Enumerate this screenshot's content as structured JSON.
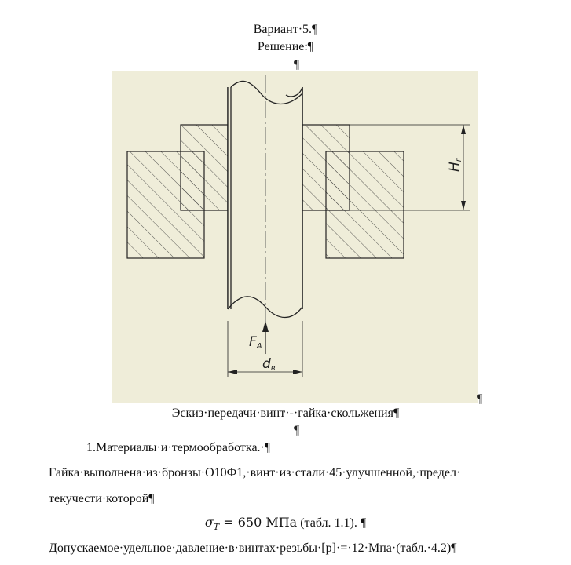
{
  "header": {
    "variant": "Вариант·5.¶",
    "solution": "Решение:¶",
    "blank_para_1": "¶"
  },
  "figure": {
    "label_height": "H",
    "label_height_sub": "г",
    "label_force": "F",
    "label_force_sub": "A",
    "label_diameter": "d",
    "label_diameter_sub": "в",
    "after_mark": "¶",
    "colors": {
      "background": "#efedd9",
      "stroke": "#222222"
    }
  },
  "caption": "Эскиз·передачи·винт·-·гайка·скольжения¶",
  "blank_para_2": "¶",
  "section1": {
    "heading": "1.Материалы·и·термообработка.·¶",
    "line1": "Гайка·выполнена·из·бронзы·О10Ф1,·винт·из·стали·45·улучшенной,·предел·",
    "line2": "текучести·которой¶",
    "formula_symbol": "σ",
    "formula_sub": "T",
    "formula_rest": " = 650 МПа",
    "formula_ref": " (табл. 1.1). ¶",
    "line3": "Допускаемое·удельное·давление·в·винтах·резьбы·[p]·=·12·Мпа·(табл.·4.2)¶"
  }
}
